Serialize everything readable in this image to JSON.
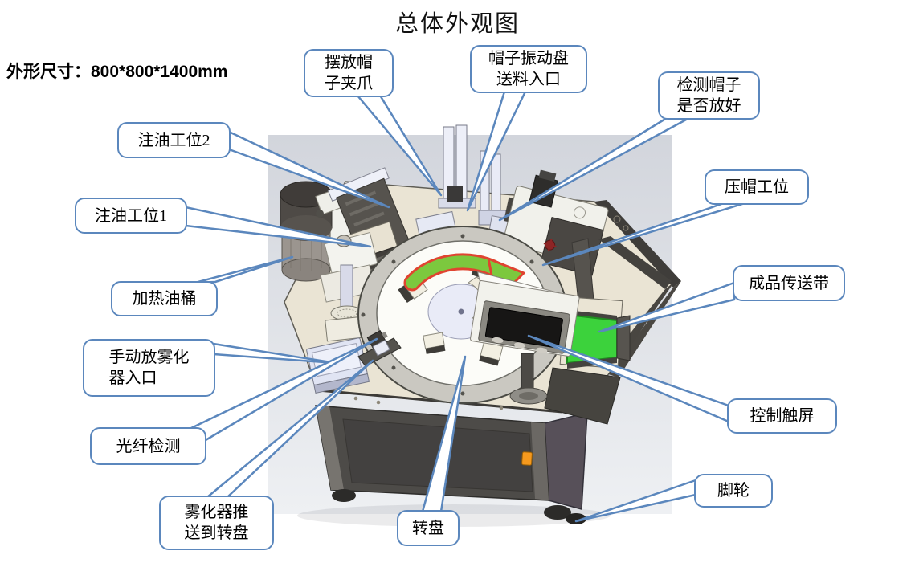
{
  "title": "总体外观图",
  "dimensions": {
    "label": "外形尺寸：",
    "value": "800*800*1400mm"
  },
  "callouts": [
    {
      "id": "cap-gripper",
      "label": "摆放帽\n子夹爪"
    },
    {
      "id": "vibration-feeder-inlet",
      "label": "帽子振动盘\n送料入口"
    },
    {
      "id": "cap-check",
      "label": "检测帽子\n是否放好"
    },
    {
      "id": "oil-station-2",
      "label": "注油工位2"
    },
    {
      "id": "oil-station-1",
      "label": "注油工位1"
    },
    {
      "id": "cap-press-station",
      "label": "压帽工位"
    },
    {
      "id": "heating-oil-barrel",
      "label": "加热油桶"
    },
    {
      "id": "finished-conveyor",
      "label": "成品传送带"
    },
    {
      "id": "manual-atomizer-inlet",
      "label": "手动放雾化\n器入口"
    },
    {
      "id": "control-touchscreen",
      "label": "控制触屏"
    },
    {
      "id": "fiber-detection",
      "label": "光纤检测"
    },
    {
      "id": "atomizer-pusher",
      "label": "雾化器推\n送到转盘"
    },
    {
      "id": "turntable",
      "label": "转盘"
    },
    {
      "id": "caster",
      "label": "脚轮"
    }
  ],
  "colors": {
    "callout_blue": "#5b87bd",
    "arrow_green": "#7cc83e",
    "arrow_outline_red": "#e04430",
    "conveyor_green": "#3cd23c",
    "table_beige": "#eae4d4",
    "cabinet_gray": "#4b4946",
    "backdrop_gray": "#d9dce2",
    "switch_orange": "#f5991e"
  },
  "machine_parts": [
    "heating-oil-barrel",
    "oil-station-blocks",
    "slide-rails",
    "turntable-ring",
    "turntable-disc",
    "rotation-arrow",
    "inspection-station",
    "press-station",
    "conveyor-belt",
    "control-touchscreen",
    "support-pole",
    "cabinet",
    "casters",
    "power-switch",
    "atomizer-tray",
    "fiber-sensor",
    "pusher-rail"
  ]
}
